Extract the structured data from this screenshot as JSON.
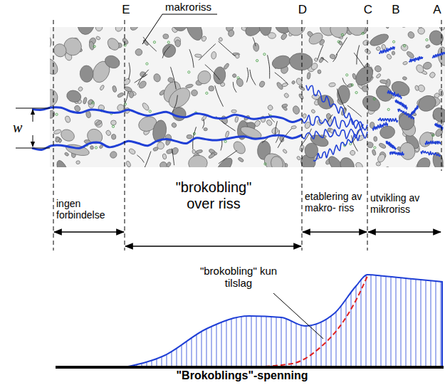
{
  "diagram": {
    "labels": [
      "makroriss",
      "E",
      "D",
      "C",
      "B",
      "A",
      "w",
      "ingen forbindelse",
      "\"brokobling\" over riss",
      "etablering av makro- riss",
      "utvikling av mikroriss",
      "\"brokobling\" kun tilslag",
      "\"Brokoblings\"-spenning"
    ]
  }
}
